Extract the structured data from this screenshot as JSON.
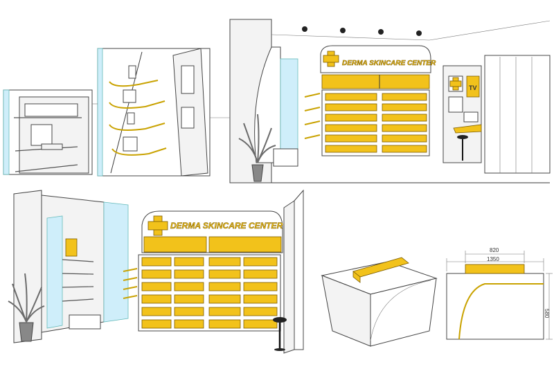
{
  "signs": {
    "top_view_sign": "DERMA SKINCARE CENTER",
    "bottom_view_sign": "DERMA SKINCARE CENTER",
    "tv_label": "TV"
  },
  "dimensions": {
    "top_width": "820",
    "bottom_width": "1350",
    "height": "580"
  },
  "colors": {
    "accent_yellow": "#f2c21b",
    "wall_blue": "#cfeefa",
    "line": "#3a3a3a"
  }
}
